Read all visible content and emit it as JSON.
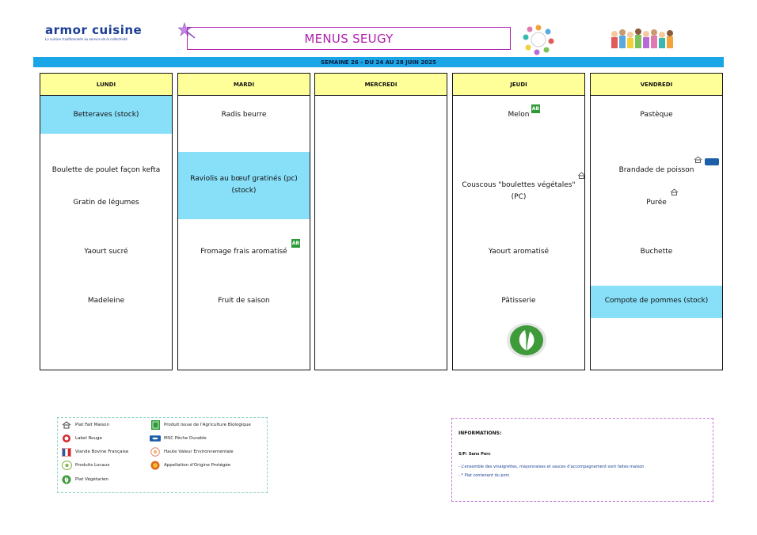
{
  "brand": {
    "name": "armor cuisine",
    "tagline": "La cuisine traditionnelle au service de la collectivité"
  },
  "title": "MENUS SEUGY",
  "week": "SEMAINE 26  - DU 24 AU 28 JUIN 2025",
  "days": [
    {
      "name": "LUNDI",
      "dishes": [
        "Betteraves (stock)",
        "Boulette de poulet façon kefta",
        "Gratin de légumes",
        "Yaourt sucré",
        "Madeleine"
      ]
    },
    {
      "name": "MARDI",
      "dishes": [
        "Radis beurre",
        "Raviolis au bœuf gratinés  (pc)",
        "(stock)",
        "Fromage frais aromatisé",
        "Fruit de saison"
      ]
    },
    {
      "name": "MERCREDI",
      "dishes": []
    },
    {
      "name": "JEUDI",
      "dishes": [
        "Melon",
        "Couscous \"boulettes végétales\" (PC)",
        "Yaourt aromatisé",
        "Pâtisserie"
      ]
    },
    {
      "name": "VENDREDI",
      "dishes": [
        "Pastèque",
        "Brandade de poisson",
        "Purée",
        "Buchette",
        "Compote de pommes  (stock)"
      ]
    }
  ],
  "legend": [
    {
      "icon": "plat-fait-maison-icon",
      "label": "Plat Fait Maison"
    },
    {
      "icon": "label-rouge-icon",
      "label": "Label Rouge"
    },
    {
      "icon": "viande-bovine-francaise-icon",
      "label": "Viande Bovine Française"
    },
    {
      "icon": "produits-locaux-icon",
      "label": "Produits Locaux"
    },
    {
      "icon": "plat-vegetarien-icon",
      "label": "Plat Végétarien"
    },
    {
      "icon": "agriculture-biologique-icon",
      "label": "Produit Issue de l'Agriculture Biologique"
    },
    {
      "icon": "msc-peche-durable-icon",
      "label": "MSC Pêche Durable"
    },
    {
      "icon": "haute-valeur-environnementale-icon",
      "label": "Haute Valeur Environnementale"
    },
    {
      "icon": "aop-icon",
      "label": "Appellation d'Origine Protégée"
    }
  ],
  "info": {
    "title": "INFORMATIONS:",
    "sp": "S/P: Sans Porc",
    "line1": "- L'ensemble des vinaigrettes, mayonnaises et sauces d'accompagnement sont faites maison",
    "line2": "- *  Plat contenant du porc"
  },
  "badges": {
    "ab": "AB"
  },
  "colors": {
    "header_yellow": "#ffff9a",
    "highlight_blue": "#88dff8",
    "week_bar": "#1aa6e6",
    "title": "#b020b0",
    "brand": "#1c3f94",
    "bio_green": "#2e9a3a"
  }
}
